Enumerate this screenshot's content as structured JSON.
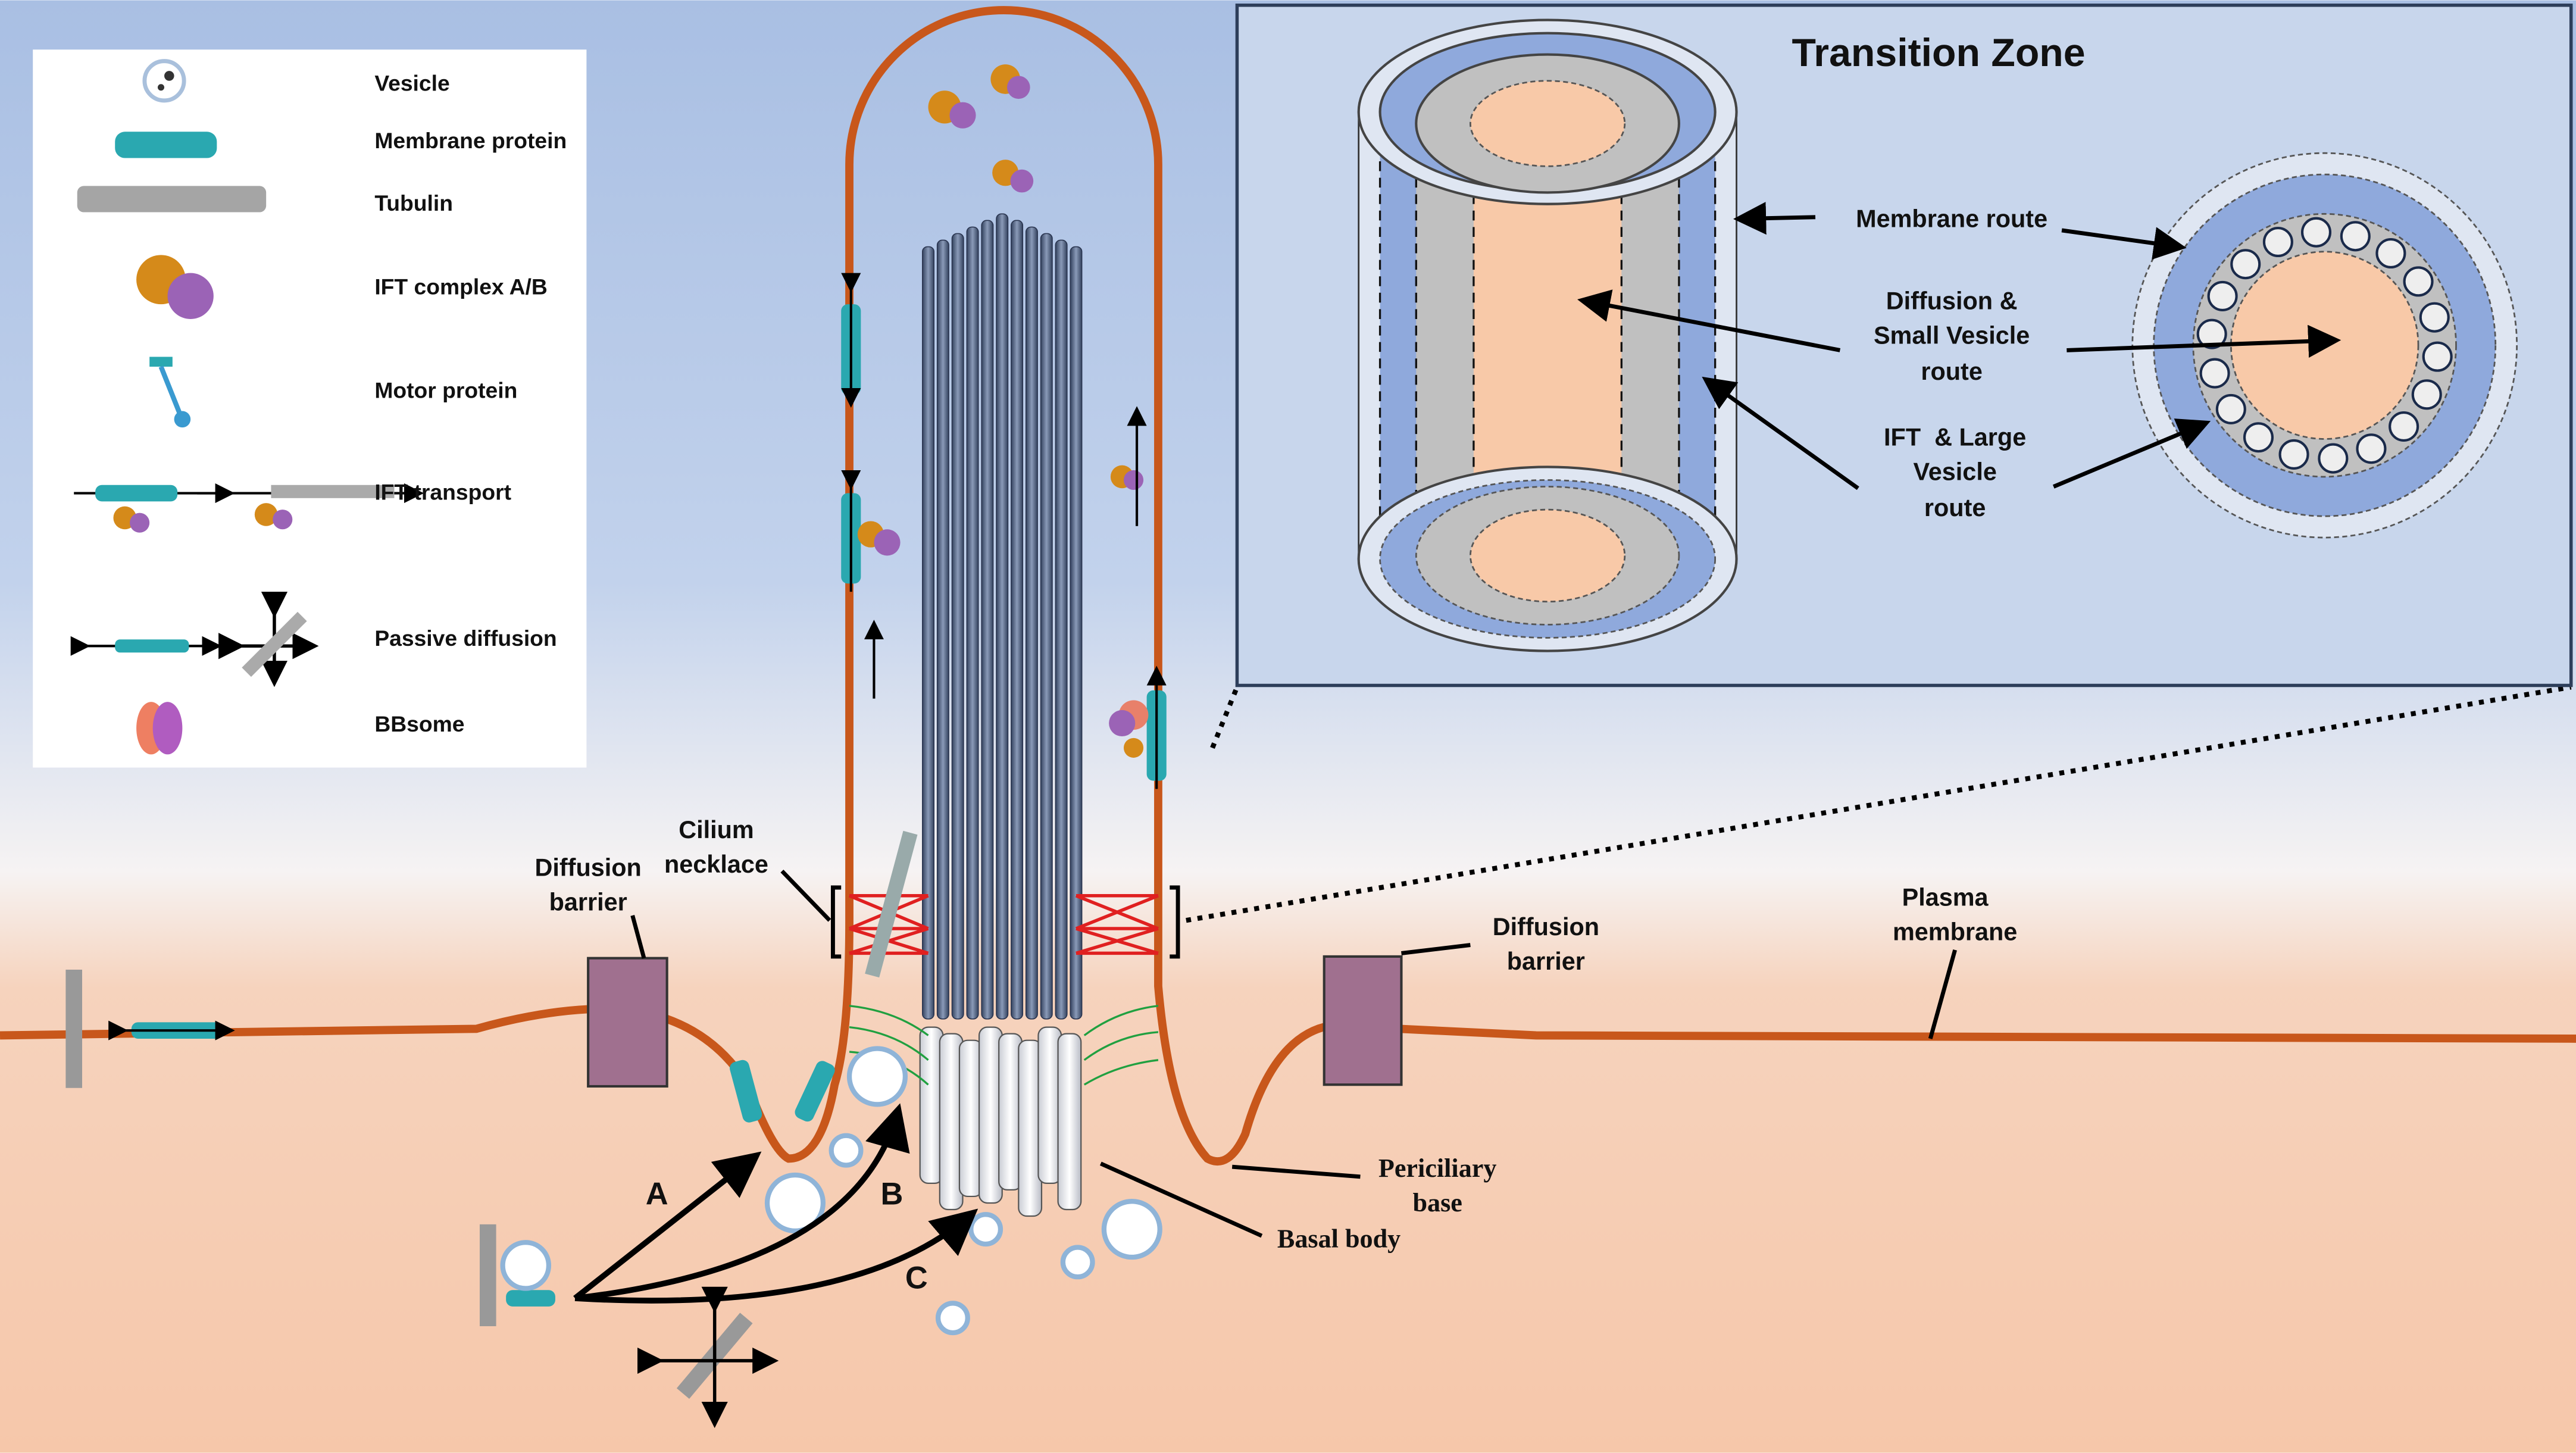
{
  "legend": {
    "items": [
      {
        "icon": "vesicle-icon",
        "label": "Vesicle"
      },
      {
        "icon": "membrane-protein-icon",
        "label": "Membrane protein"
      },
      {
        "icon": "tubulin-icon",
        "label": "Tubulin"
      },
      {
        "icon": "ift-complex-icon",
        "label": "IFT complex A/B"
      },
      {
        "icon": "motor-protein-icon",
        "label": "Motor protein"
      },
      {
        "icon": "ift-transport-icon",
        "label": "IFT transport"
      },
      {
        "icon": "passive-diffusion-icon",
        "label": "Passive diffusion"
      },
      {
        "icon": "bbsome-icon",
        "label": "BBsome"
      }
    ]
  },
  "transition_zone": {
    "title": "Transition Zone",
    "membrane_route": "Membrane route",
    "diffusion_route": [
      "Diffusion &",
      "Small Vesicle",
      "route"
    ],
    "ift_route": [
      "IFT  & Large",
      "Vesicle",
      "route"
    ]
  },
  "labels": {
    "cilium_necklace": [
      "Cilium",
      "necklace"
    ],
    "diffusion_barrier_left": [
      "Diffusion",
      "barrier"
    ],
    "diffusion_barrier_right": [
      "Diffusion",
      "barrier"
    ],
    "plasma_membrane": [
      "Plasma",
      "membrane"
    ],
    "periciliary_base": [
      "Periciliary",
      "base"
    ],
    "basal_body": "Basal body",
    "path_a": "A",
    "path_b": "B",
    "path_c": "C"
  },
  "colors": {
    "membrane": "#c8571b",
    "cytoplasm": "#f6c9ad",
    "extracellular": "#a9bfe3",
    "tz_panel": "#c8d6ec",
    "barrier": "#a0708f",
    "necklace": "#e02020"
  }
}
